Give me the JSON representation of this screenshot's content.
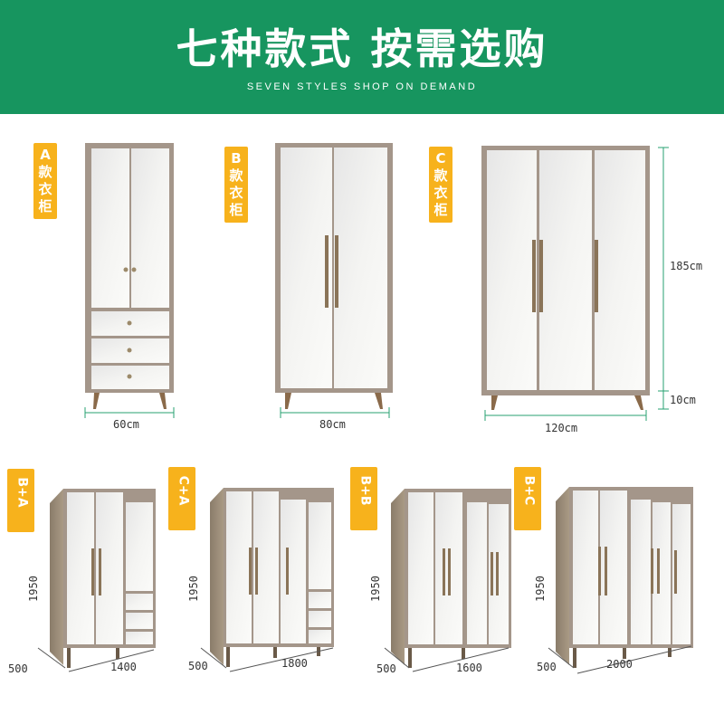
{
  "header": {
    "title": "七种款式 按需选购",
    "subtitle": "SEVEN STYLES SHOP ON DEMAND",
    "bg_color": "#17955f"
  },
  "tag_color": "#f7b21c",
  "top_row": [
    {
      "tag": [
        "A",
        "款",
        "衣",
        "柜"
      ],
      "width_label": "60cm"
    },
    {
      "tag": [
        "B",
        "款",
        "衣",
        "柜"
      ],
      "width_label": "80cm"
    },
    {
      "tag": [
        "C",
        "款",
        "衣",
        "柜"
      ],
      "width_label": "120cm",
      "height_label": "185cm",
      "leg_label": "10cm"
    }
  ],
  "bottom_row": [
    {
      "tag": "B+A",
      "height": "1950",
      "depth": "500",
      "width": "1400"
    },
    {
      "tag": "C+A",
      "height": "1950",
      "depth": "500",
      "width": "1800"
    },
    {
      "tag": "B+B",
      "height": "1950",
      "depth": "500",
      "width": "1600"
    },
    {
      "tag": "B+C",
      "height": "1950",
      "depth": "500",
      "width": "2000"
    }
  ]
}
